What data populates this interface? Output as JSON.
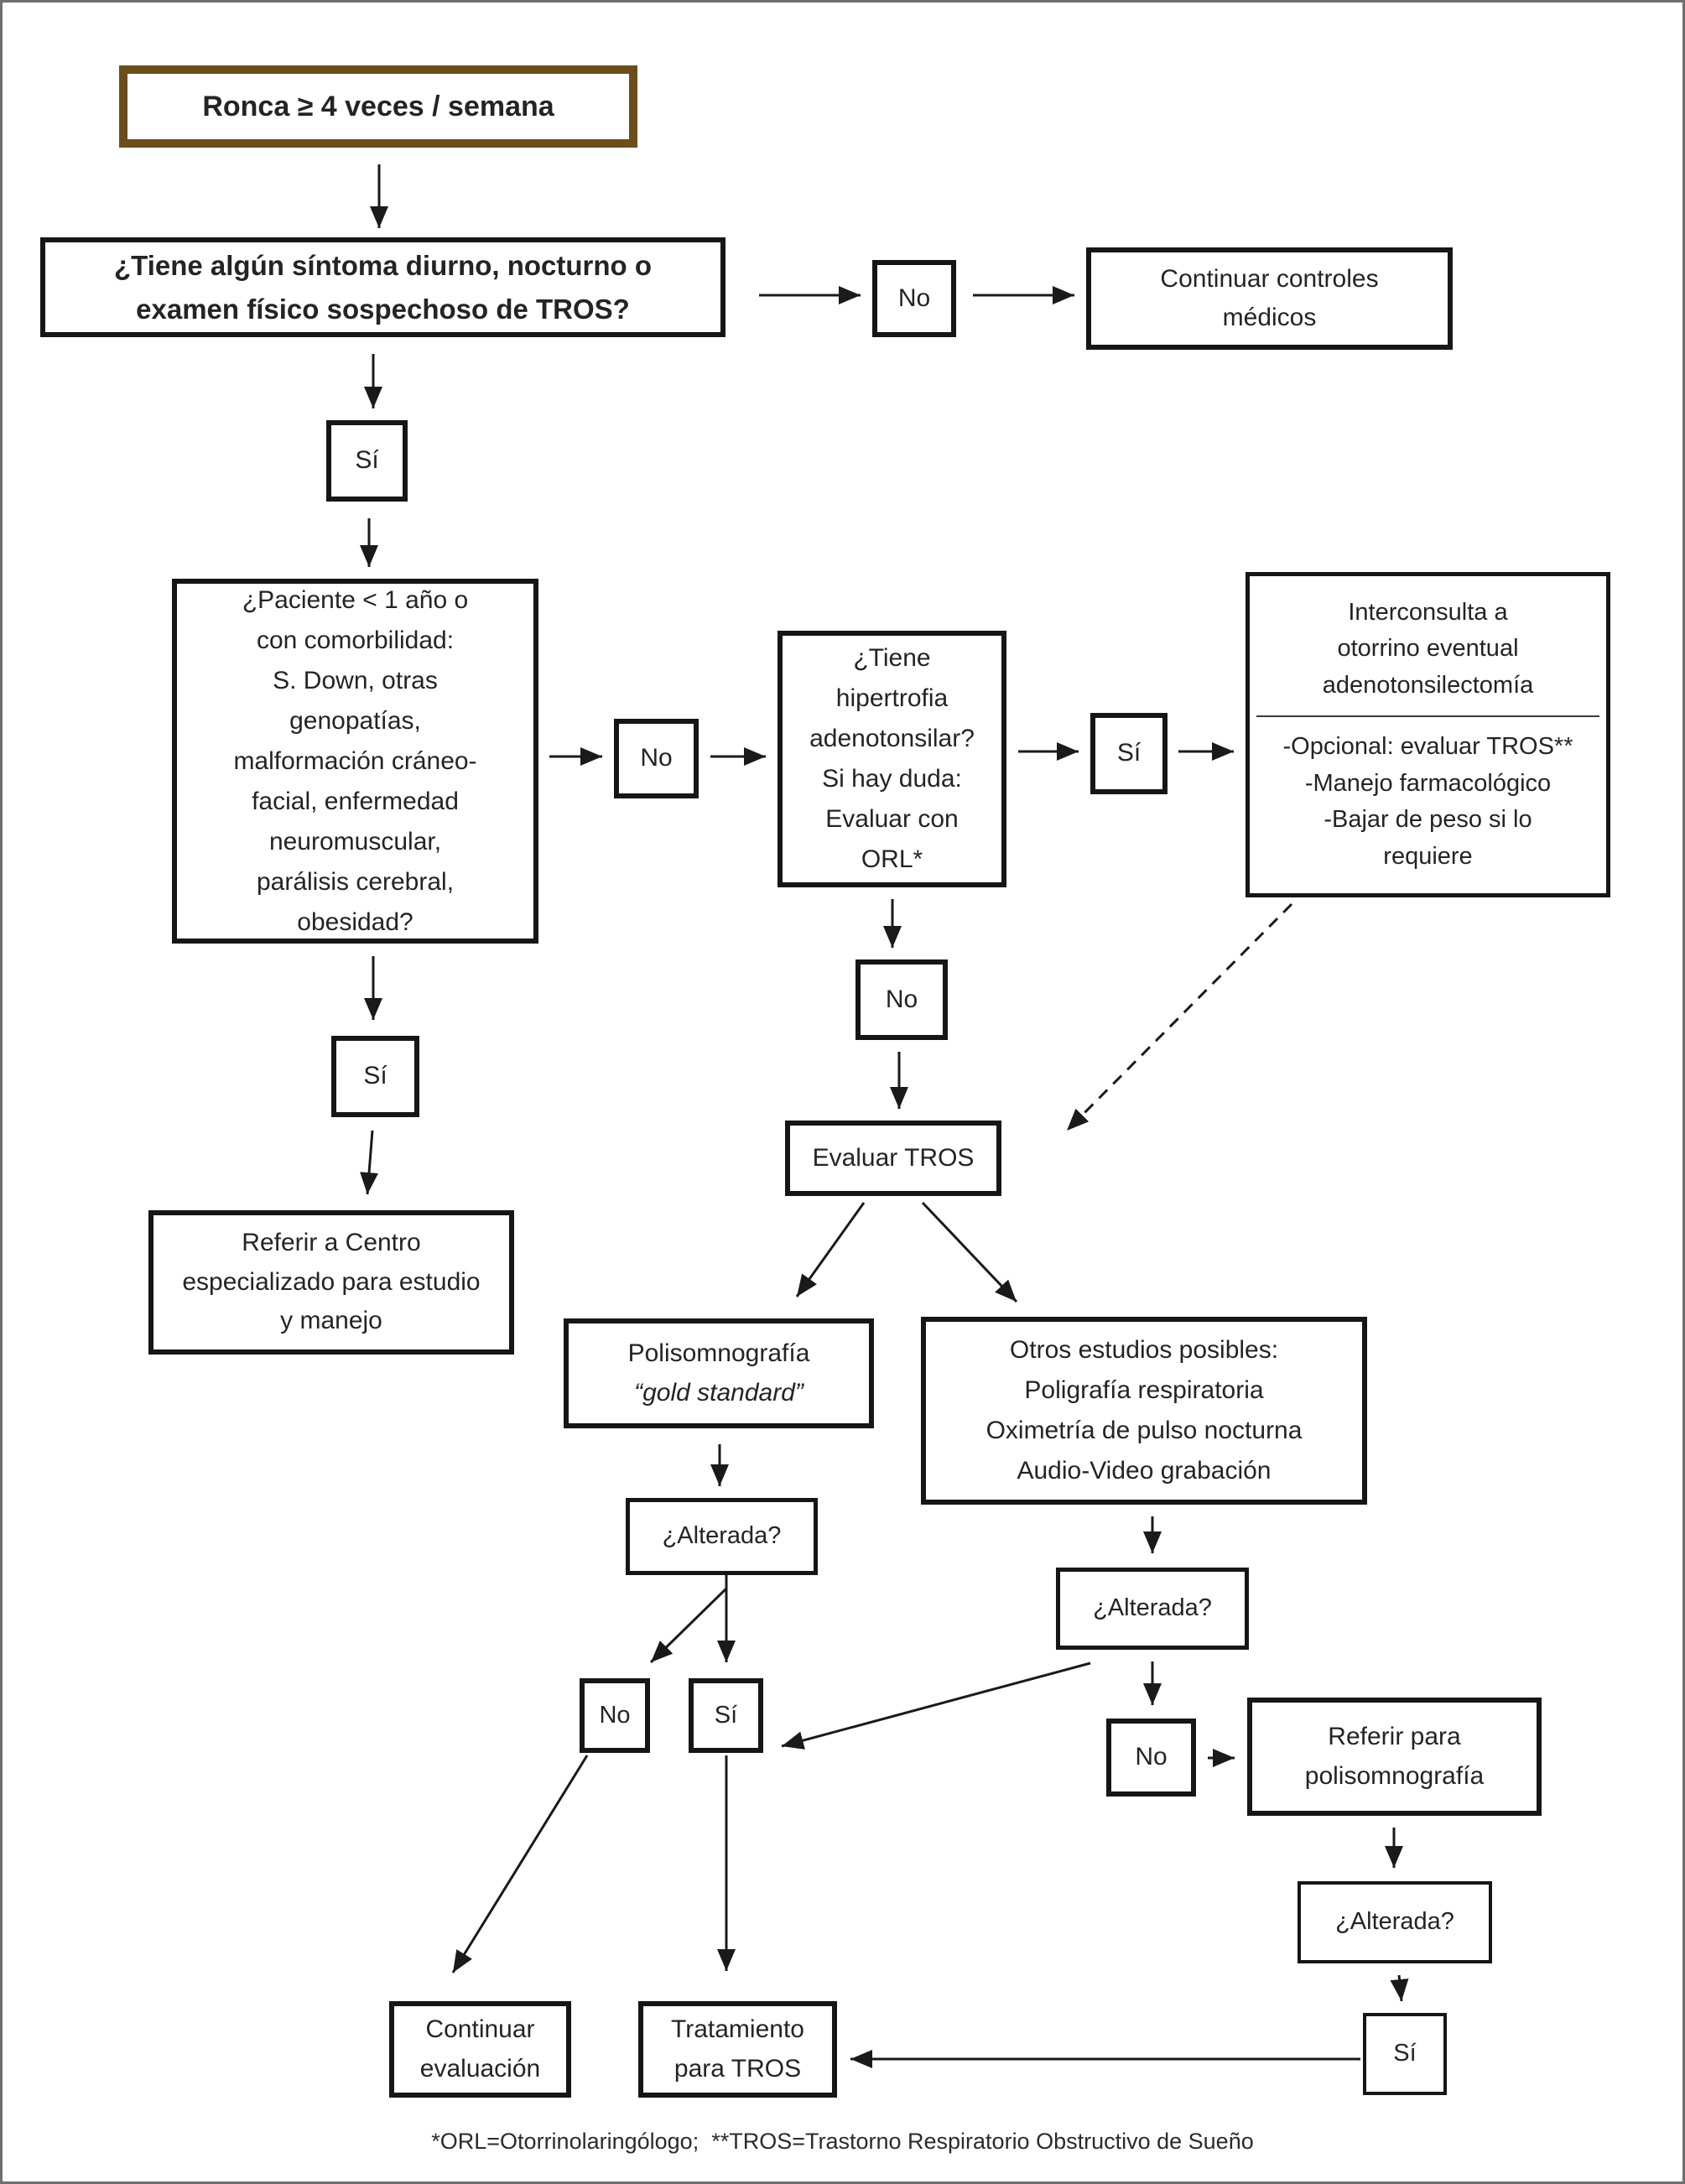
{
  "labels": {
    "yes": "Sí",
    "no": "No"
  },
  "nodes": {
    "ronca": "Ronca ≥ 4 veces / semana",
    "sintomas": "¿Tiene algún síntoma diurno, nocturno o\nexamen físico sospechoso de TROS?",
    "controles": "Continuar controles\nmédicos",
    "comorbilidad": "¿Paciente < 1 año o\ncon comorbilidad:\nS. Down, otras\ngenopatías,\nmalformación cráneo-\nfacial, enfermedad\nneuromuscular,\nparálisis cerebral,\nobesidad?",
    "hipertrofia": "¿Tiene\nhipertrofia\nadenotonsilar?\nSi hay duda:\nEvaluar con\nORL*",
    "interconsulta_top": "Interconsulta a\notorrino eventual\nadenotonsilectomía",
    "interconsulta_bottom": "-Opcional: evaluar TROS**\n-Manejo farmacológico\n-Bajar de peso si lo\nrequiere",
    "evaluar_tros": "Evaluar TROS",
    "referir_centro": "Referir a Centro\nespecializado para estudio\ny manejo",
    "polisomnografia_line1": "Polisomnografía",
    "polisomnografia_line2": "“gold standard”",
    "otros_estudios": "Otros estudios posibles:\nPoligrafía respiratoria\nOximetría de pulso nocturna\nAudio-Video grabación",
    "alterada": "¿Alterada?",
    "referir_polisomnografia": "Referir para\npolisomnografía",
    "continuar_evaluacion": "Continuar\nevaluación",
    "tratamiento_tros": "Tratamiento\npara TROS"
  },
  "footer": "*ORL=Otorrinolaringólogo;  **TROS=Trastorno Respiratorio Obstructivo de Sueño",
  "colors": {
    "highlight_border": "#6b4e1c",
    "line": "#1a1a1a"
  }
}
